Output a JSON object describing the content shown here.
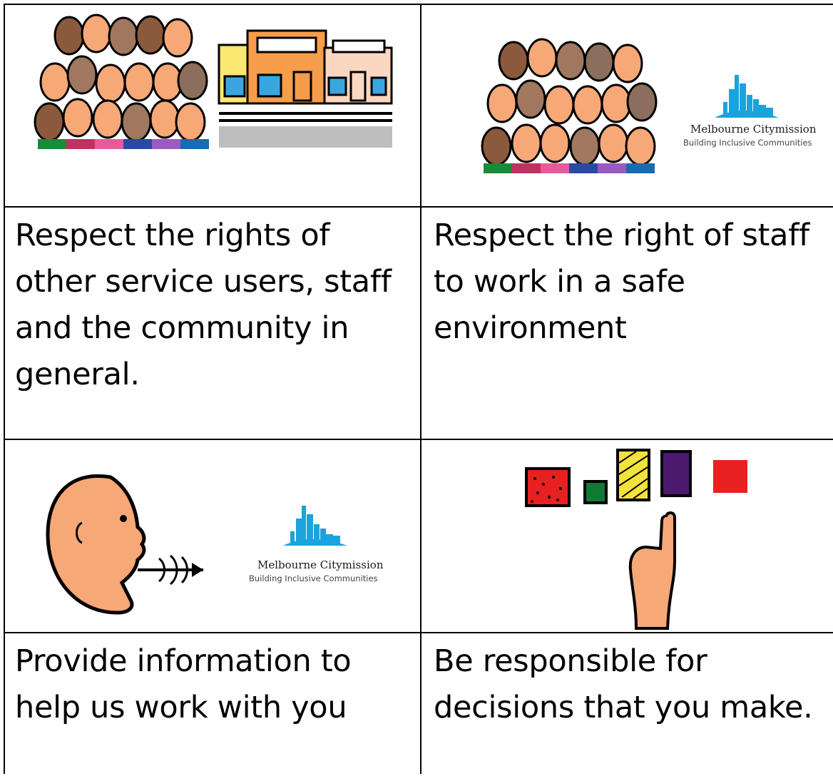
{
  "cells": [
    {
      "caption": "Respect the rights of other service users, staff and the community in general.",
      "icon": "crowd-and-buildings-icon"
    },
    {
      "caption": "Respect the right of staff to work in a safe environment",
      "icon": "crowd-with-logo-icon"
    },
    {
      "caption": "Provide information to help us work with you",
      "icon": "speaking-head-icon"
    },
    {
      "caption": "Be responsible for decisions that you make.",
      "icon": "pointing-finger-choices-icon"
    }
  ],
  "logo": {
    "name": "Melbourne Citymission",
    "tagline": "Building Inclusive Communities",
    "color": "#1aa3dc"
  },
  "colors": {
    "skin": "#f6a877",
    "skin_dark": "#8b5a3c",
    "building_orange": "#f59d4a",
    "building_yellow": "#fbe870",
    "building_pink": "#fbd7c2",
    "window_blue": "#3aa6e0",
    "choice_red": "#e82020",
    "choice_green": "#0f7a34",
    "choice_yellow": "#f3e23a",
    "choice_purple": "#4b1a6e"
  }
}
